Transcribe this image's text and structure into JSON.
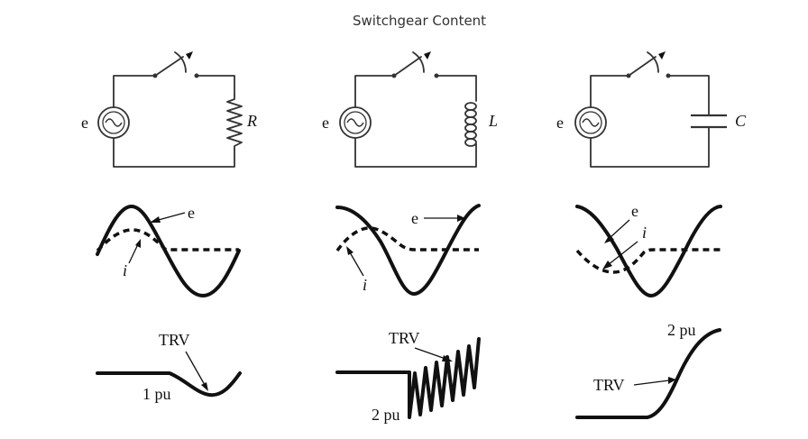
{
  "title": "Switchgear Content",
  "columns": [
    {
      "circuit": {
        "source_label": "e",
        "load_label": "R",
        "load_type": "resistor"
      },
      "waveform": {
        "voltage_label": "e",
        "current_label": "i"
      },
      "trv": {
        "label": "TRV",
        "magnitude": "1 pu"
      }
    },
    {
      "circuit": {
        "source_label": "e",
        "load_label": "L",
        "load_type": "inductor"
      },
      "waveform": {
        "voltage_label": "e",
        "current_label": "i"
      },
      "trv": {
        "label": "TRV",
        "magnitude": "2 pu"
      }
    },
    {
      "circuit": {
        "source_label": "e",
        "load_label": "C",
        "load_type": "capacitor"
      },
      "waveform": {
        "voltage_label": "e",
        "current_label": "i"
      },
      "trv": {
        "label": "TRV",
        "magnitude": "2 pu"
      }
    }
  ]
}
